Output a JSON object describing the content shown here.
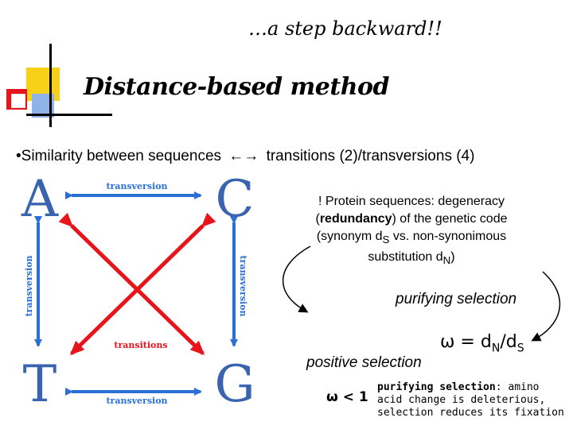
{
  "heading": "…a step backward!!",
  "section_title": "Distance-based method",
  "bullet": {
    "marker": "•",
    "left_text": "Similarity between sequences",
    "arrow": "←→",
    "right_text": "transitions (2)/transversions (4)"
  },
  "diagram": {
    "bases": {
      "a": "A",
      "c": "C",
      "t": "T",
      "g": "G"
    },
    "edge_labels": {
      "top": "transversion",
      "bottom": "transversion",
      "left": "transversion",
      "right": "transversion",
      "diagonal": "transitions"
    },
    "colors": {
      "transversion": "#2a6fd6",
      "transition": "#e8141b",
      "base": "#3a63b0"
    }
  },
  "note": {
    "line1": "! Protein sequences: degeneracy",
    "line2_open": "(",
    "line2_bold": "redundancy",
    "line2_rest": ") of the genetic code",
    "line3_pre": "(synonym d",
    "line3_sub": "S",
    "line3_post": " vs. non-synonimous",
    "line4_pre": "substitution d",
    "line4_sub": "N",
    "line4_post": ")"
  },
  "purifying_label": "purifying selection",
  "omega_eq": {
    "omega": "ω",
    "eq": " = d",
    "sub_n": "N",
    "slash": "/d",
    "sub_s": "S"
  },
  "positive_label": "positive selection",
  "omega_lt": "ω < 1",
  "explanation": {
    "bold": "purifying selection",
    "rest": ": amino acid change is deleterious, selection reduces its fixation"
  },
  "decoration_colors": {
    "yellow": "#f7d117",
    "red": "#e8141b",
    "blue": "#8fb3e8",
    "line": "#000000"
  }
}
